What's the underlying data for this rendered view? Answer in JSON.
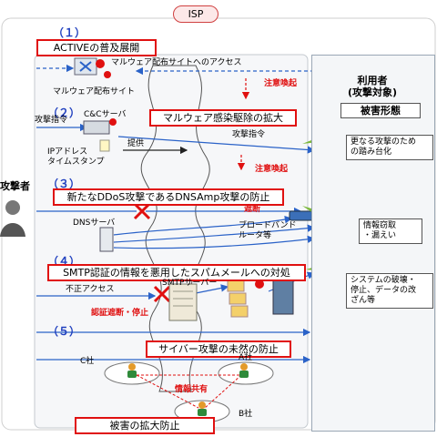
{
  "isp": "ISP",
  "attacker": "攻撃者",
  "user_panel": {
    "title": "利用者\n(攻撃対象)",
    "damage": "被害形態",
    "effects": [
      "更なる攻撃のため\nの踏み台化",
      "情報窃取\n・漏えい",
      "システムの破壊・\n停止、データの改\nざん等"
    ]
  },
  "sections": [
    {
      "num": "（１）",
      "heading": "ACTIVEの普及展開"
    },
    {
      "num": "（２）",
      "heading": "マルウェア感染駆除の拡大"
    },
    {
      "num": "（３）",
      "heading": "新たなDDoS攻撃であるDNSAmp攻撃の防止"
    },
    {
      "num": "（４）",
      "heading": "SMTP認証の情報を悪用したスパムメールへの対処"
    },
    {
      "num": "（５）",
      "heading": "サイバー攻撃の未然の防止"
    }
  ],
  "labels": {
    "malware_access": "マルウェア配布サイトへのアクセス",
    "malware_site": "マルウェア配布サイト",
    "cc_server": "C&Cサーバ",
    "attack_cmd_1": "攻撃指令",
    "attack_cmd_2": "攻撃指令",
    "ip_timestamp": "IPアドレス\nタイムスタンプ",
    "provide": "提供",
    "dns_server": "DNSサーバ",
    "block": "遮断",
    "broadband_router": "ブロードバンド\nルータ等",
    "unauthorized": "不正アクセス",
    "smtp_server": "SMTPサーバー",
    "auth_block": "認証遮断・停止",
    "company_c": "C社",
    "company_a": "A社",
    "company_b": "B社",
    "info_share": "情報共有",
    "bottom_heading": "被害の拡大防止"
  },
  "warnings": [
    "注意喚起",
    "注意喚起"
  ]
}
